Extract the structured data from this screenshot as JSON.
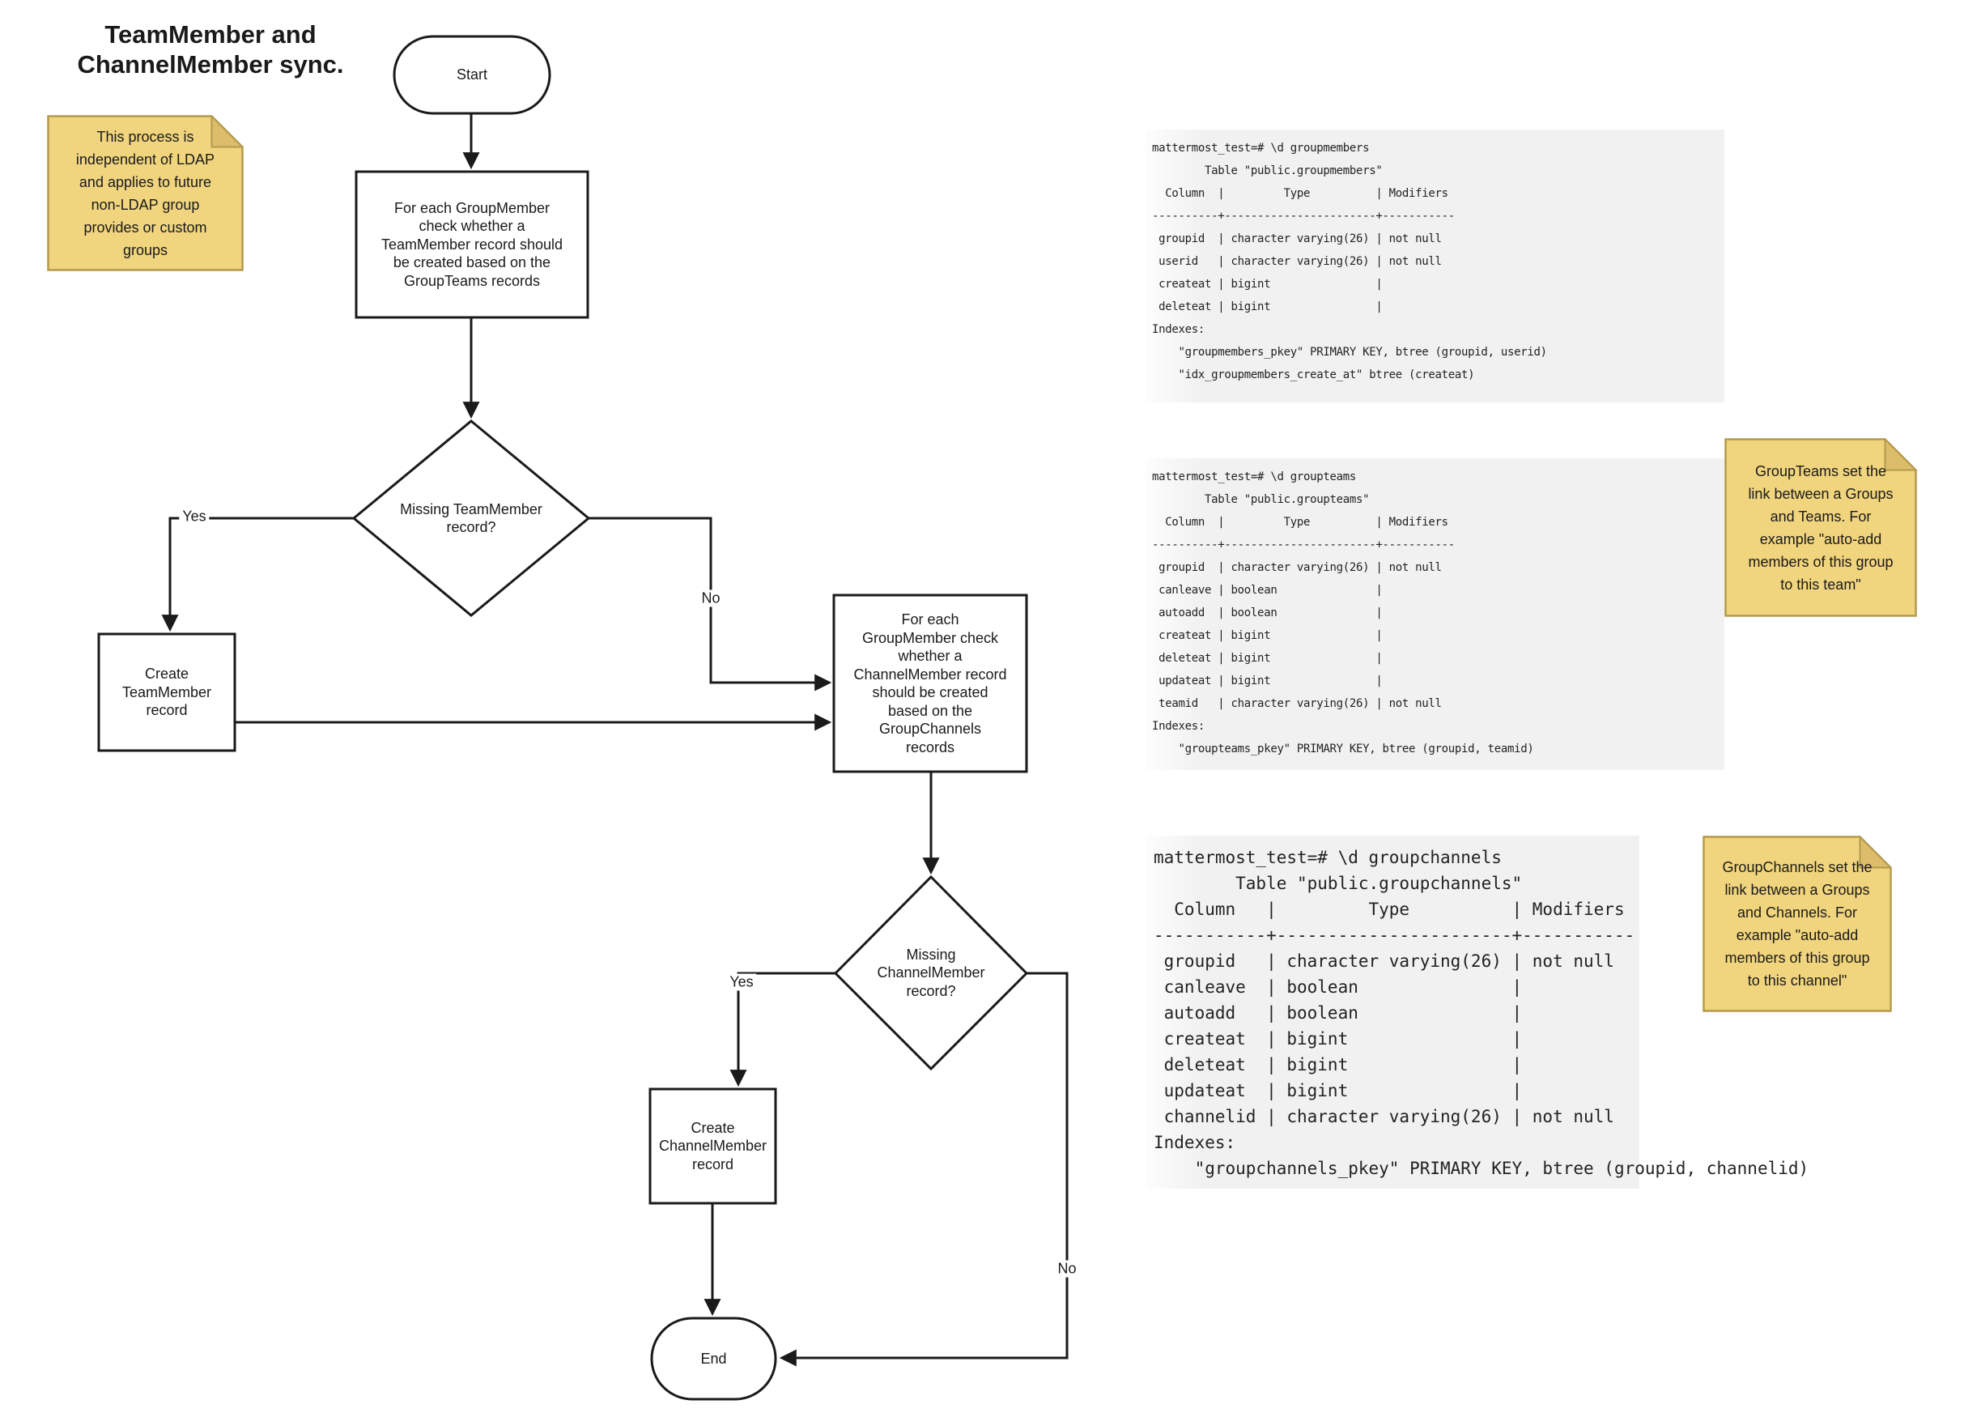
{
  "title": "TeamMember and\nChannelMember sync.",
  "flowchart": {
    "start_label": "Start",
    "step_team_check": "For each GroupMember\ncheck whether a\nTeamMember record should\nbe created based on the\nGroupTeams records",
    "decision_team": "Missing TeamMember\nrecord?",
    "yes_team": "Yes",
    "no_team": "No",
    "create_team": "Create\nTeamMember\nrecord",
    "step_channel_check": "For each\nGroupMember check\nwhether a\nChannelMember record\nshould be created\nbased on the\nGroupChannels\nrecords",
    "decision_channel": "Missing\nChannelMember\nrecord?",
    "yes_channel": "Yes",
    "no_channel": "No",
    "create_channel": "Create\nChannelMember\nrecord",
    "end_label": "End"
  },
  "notes": {
    "process": "This process is\nindependent of LDAP\nand applies to future\nnon-LDAP group\nprovides or custom\ngroups",
    "groupteams": "GroupTeams set the\nlink between a Groups\nand Teams. For\nexample \"auto-add\nmembers of this group\nto this team\"",
    "groupchannels": "GroupChannels set the\nlink between a Groups\nand Channels. For\nexample \"auto-add\nmembers of this group\nto this channel\""
  },
  "sql": {
    "groupmembers": "mattermost_test=# \\d groupmembers\n        Table \"public.groupmembers\"\n  Column  |         Type          | Modifiers\n----------+-----------------------+-----------\n groupid  | character varying(26) | not null\n userid   | character varying(26) | not null\n createat | bigint                |\n deleteat | bigint                |\nIndexes:\n    \"groupmembers_pkey\" PRIMARY KEY, btree (groupid, userid)\n    \"idx_groupmembers_create_at\" btree (createat)",
    "groupteams": "mattermost_test=# \\d groupteams\n        Table \"public.groupteams\"\n  Column  |         Type          | Modifiers\n----------+-----------------------+-----------\n groupid  | character varying(26) | not null\n canleave | boolean               |\n autoadd  | boolean               |\n createat | bigint                |\n deleteat | bigint                |\n updateat | bigint                |\n teamid   | character varying(26) | not null\nIndexes:\n    \"groupteams_pkey\" PRIMARY KEY, btree (groupid, teamid)",
    "groupchannels": "mattermost_test=# \\d groupchannels\n        Table \"public.groupchannels\"\n  Column   |         Type          | Modifiers\n-----------+-----------------------+-----------\n groupid   | character varying(26) | not null\n canleave  | boolean               |\n autoadd   | boolean               |\n createat  | bigint                |\n deleteat  | bigint                |\n updateat  | bigint                |\n channelid | character varying(26) | not null\nIndexes:\n    \"groupchannels_pkey\" PRIMARY KEY, btree (groupid, channelid)"
  },
  "colors": {
    "note_fill": "#f0d47e",
    "note_border": "#b39a4d",
    "note_fold": "#dcbe6a",
    "line": "#1a1a1a",
    "code_bg": "#f1f1f1"
  }
}
